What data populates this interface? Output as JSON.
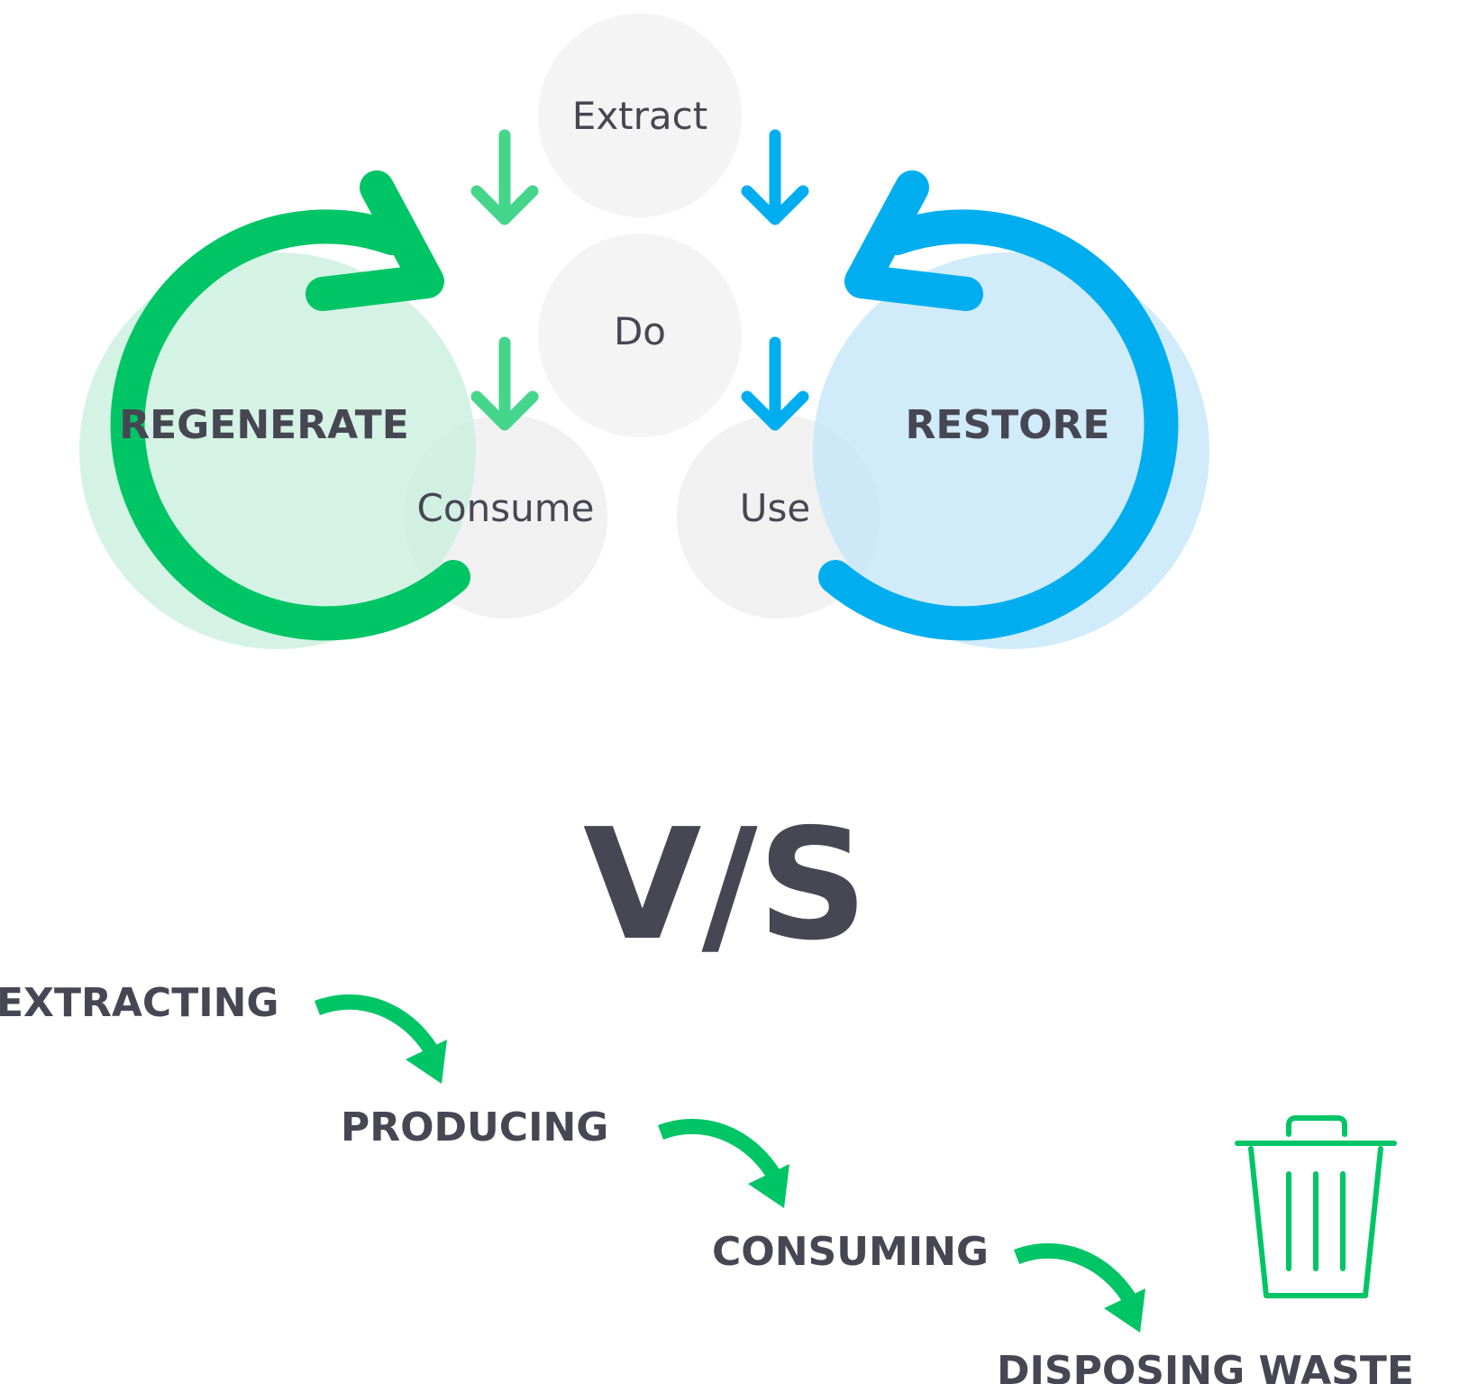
{
  "circular_model": {
    "left_loop_label": "REGENERATE",
    "right_loop_label": "RESTORE",
    "steps": {
      "extract": "Extract",
      "do": "Do",
      "consume": "Consume",
      "use": "Use"
    }
  },
  "separator_label": "V/S",
  "linear_model": {
    "stages": [
      "EXTRACTING",
      "PRODUCING",
      "CONSUMING",
      "DISPOSING WASTE"
    ]
  },
  "colors": {
    "green": "#00c566",
    "green_light_fill": "#d5f4e4",
    "green_arrow": "#45d58b",
    "blue": "#00aeef",
    "blue_light_fill": "#d1ecfa",
    "bubble_gray": "#f3f3f3",
    "text_dark": "#474653"
  },
  "icons": {
    "waste": "trash-can-icon"
  }
}
